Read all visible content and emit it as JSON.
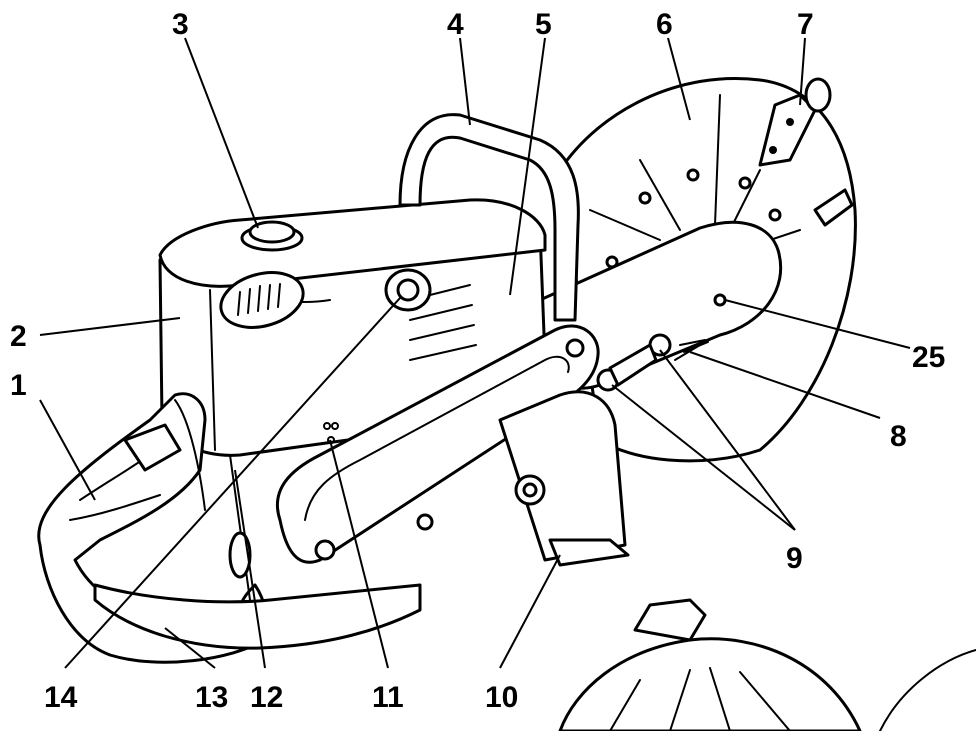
{
  "diagram": {
    "labels": [
      "1",
      "2",
      "3",
      "4",
      "5",
      "6",
      "7",
      "8",
      "9",
      "10",
      "11",
      "12",
      "13",
      "14",
      "25"
    ],
    "callouts": {
      "c1": "1",
      "c2": "2",
      "c3": "3",
      "c4": "4",
      "c5": "5",
      "c6": "6",
      "c7": "7",
      "c8": "8",
      "c9": "9",
      "c10": "10",
      "c11": "11",
      "c12": "12",
      "c13": "13",
      "c14": "14",
      "c25": "25"
    }
  }
}
